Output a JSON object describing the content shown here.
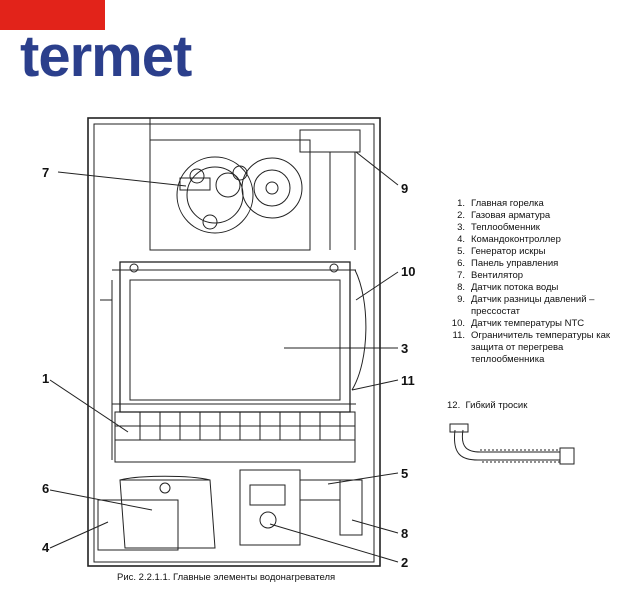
{
  "logo": {
    "text": "termet",
    "bar_color": "#e2231a",
    "text_color": "#2b3f8c"
  },
  "callouts": [
    "1",
    "2",
    "3",
    "4",
    "5",
    "6",
    "7",
    "8",
    "9",
    "10",
    "11"
  ],
  "legend": [
    {
      "num": "1.",
      "text": "Главная горелка"
    },
    {
      "num": "2.",
      "text": "Газовая арматура"
    },
    {
      "num": "3.",
      "text": "Теплообменник"
    },
    {
      "num": "4.",
      "text": "Командоконтроллер"
    },
    {
      "num": "5.",
      "text": "Генератор искры"
    },
    {
      "num": "6.",
      "text": "Панель управления"
    },
    {
      "num": "7.",
      "text": "Вентилятор"
    },
    {
      "num": "8.",
      "text": "Датчик потока воды"
    },
    {
      "num": "9.",
      "text": "Датчик разницы давлений – прессостат"
    },
    {
      "num": "10.",
      "text": "Датчик температуры NTC"
    },
    {
      "num": "11.",
      "text": "Ограничитель температуры как защита от перегрева теплообменника"
    }
  ],
  "hose": {
    "num": "12.",
    "text": "Гибкий тросик"
  },
  "caption": "Рис. 2.2.1.1. Главные элементы водонагревателя"
}
